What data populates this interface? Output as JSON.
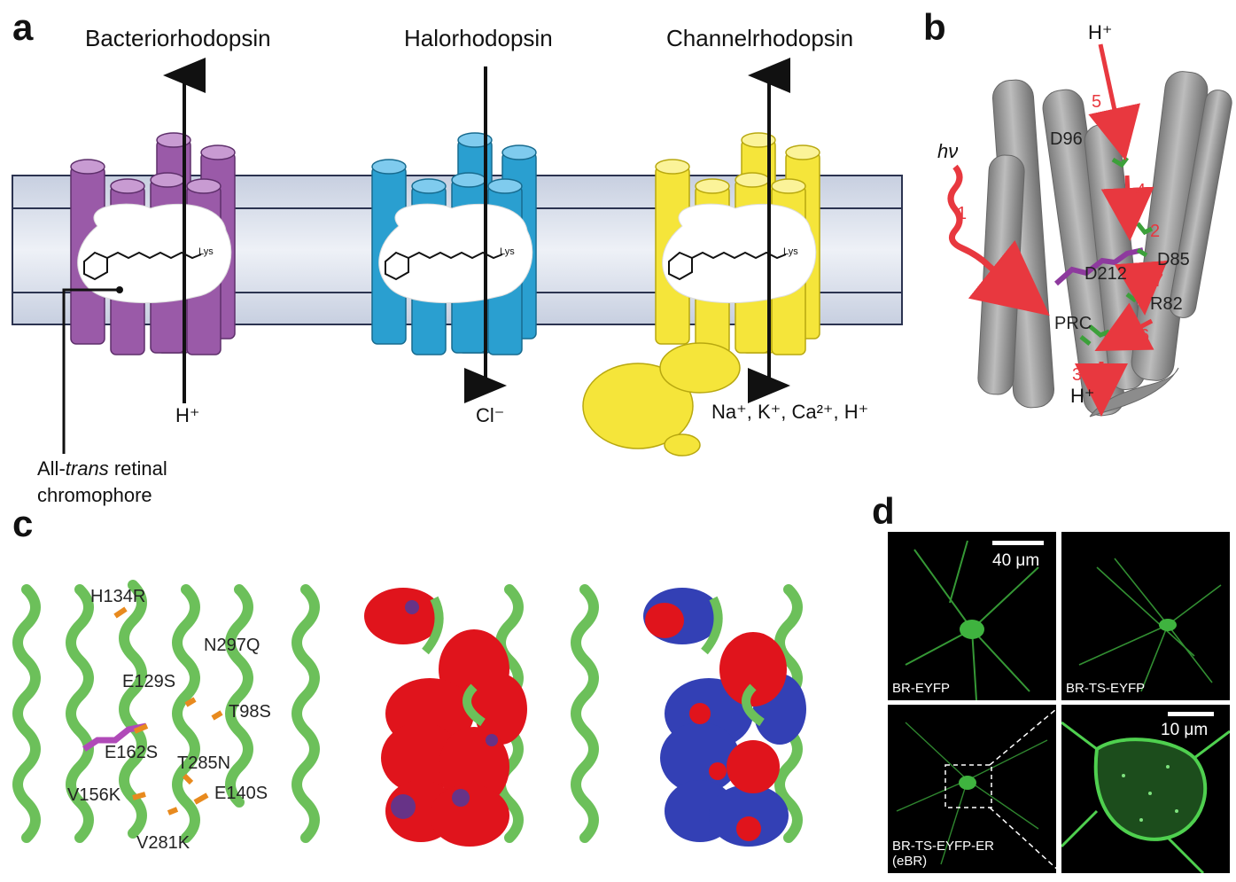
{
  "panels": {
    "a": {
      "label": "a",
      "pumps": [
        {
          "title": "Bacteriorhodopsin",
          "ion": "H⁺",
          "color": "#8e4f9e",
          "light": "#d6b4df"
        },
        {
          "title": "Halorhodopsin",
          "ion": "Cl⁻",
          "color": "#1f95c8",
          "light": "#9fd6ef"
        },
        {
          "title": "Channelrhodopsin",
          "ion": "Na⁺, K⁺, Ca²⁺, H⁺",
          "color": "#f2e12a",
          "light": "#faf29a"
        }
      ],
      "chromophore_label_1": "All-",
      "chromophore_label_italic": "trans",
      "chromophore_label_2": " retinal",
      "chromophore_label_3": "chromophore",
      "lys": "Lys"
    },
    "b": {
      "label": "b",
      "h_in": "H⁺",
      "h_out": "H⁺",
      "light": "hν",
      "residues": [
        "D96",
        "D85",
        "D212",
        "R82",
        "PRC"
      ],
      "steps": [
        "1",
        "2",
        "3",
        "4",
        "5",
        "6",
        "7"
      ]
    },
    "c": {
      "label": "c",
      "mutations": [
        "H134R",
        "N297Q",
        "E129S",
        "T98S",
        "E162S",
        "T285N",
        "V156K",
        "E140S",
        "V281K"
      ]
    },
    "d": {
      "label": "d",
      "images": [
        "BR-EYFP",
        "BR-TS-EYFP",
        "BR-TS-EYFP-ER",
        "(eBR)"
      ],
      "scale_1": "40 μm",
      "scale_2": "10 μm"
    }
  },
  "colors": {
    "arrow_red": "#e8383f",
    "helix_grey": "#9a9a9a",
    "ribbon_green": "#6cc05a",
    "surface_red": "#e0141c",
    "surface_blue": "#3340b5"
  }
}
